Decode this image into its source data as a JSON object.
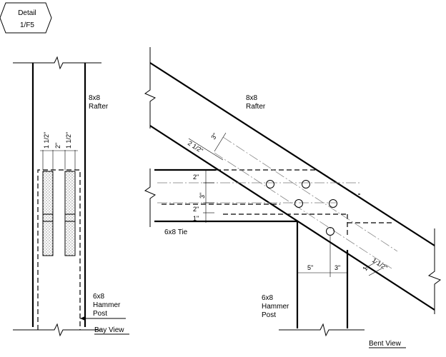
{
  "detail_tag": {
    "line1": "Detail",
    "line2": "1/F5"
  },
  "bay_view": {
    "title": "Bay View",
    "rafter_label": [
      "8x8",
      "Rafter"
    ],
    "post_label": [
      "6x8",
      "Hammer",
      "Post"
    ],
    "dims": [
      "1 1/2\"",
      "2\"",
      "1 1/2\""
    ]
  },
  "bent_view": {
    "title": "Bent View",
    "rafter_label": [
      "8x8",
      "Rafter"
    ],
    "tie_label": "6x8 Tie",
    "post_label": [
      "6x8",
      "Hammer",
      "Post"
    ],
    "dims_left": [
      "2\"",
      "3\"",
      "2\"",
      "1\""
    ],
    "dim_diag_top": "2 1/2\"",
    "dim_diag_peg": "3\"",
    "dim_diag_end": "1 1/2\"",
    "dims_bottom": [
      "5\"",
      "3\""
    ]
  }
}
